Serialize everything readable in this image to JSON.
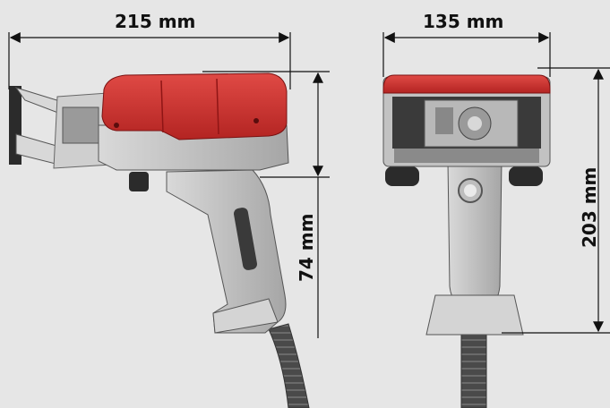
{
  "dimensions": {
    "side_length": "215 mm",
    "front_width": "135 mm",
    "side_height": "74 mm",
    "front_height": "203 mm"
  },
  "colors": {
    "background": "#e6e6e6",
    "housing_red": "#d0312f",
    "housing_dark_red": "#8f1515",
    "body_grey": "#c9c9c9",
    "handle_grey": "#a9a9a9",
    "dark": "#2b2b2b",
    "cable": "#555555"
  }
}
